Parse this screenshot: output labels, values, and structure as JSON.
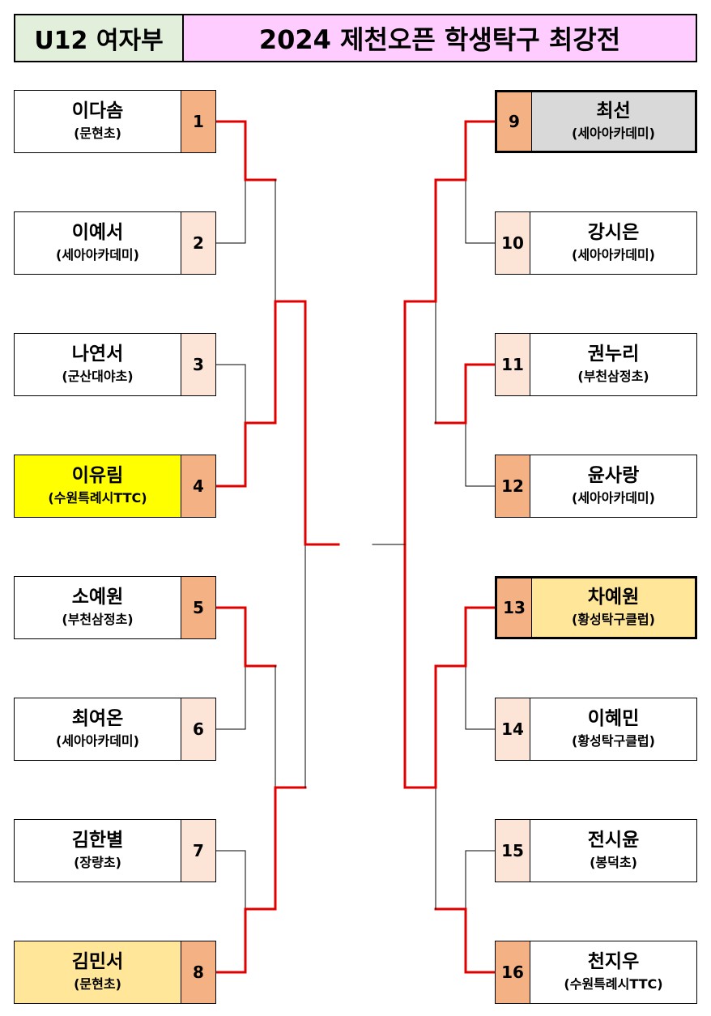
{
  "header": {
    "category": "U12 여자부",
    "title": "2024 제천오픈 학생탁구 최강전"
  },
  "colors": {
    "red": "#e00000",
    "seed_dark": "#f4b183",
    "seed_light": "#fce4d6",
    "yellow": "#ffff00",
    "gold": "#ffe699",
    "gray": "#d9d9d9"
  },
  "players": [
    {
      "seed": "1",
      "name": "이다솜",
      "club": "(문현초)",
      "seed_color": "dark",
      "bg": "white"
    },
    {
      "seed": "2",
      "name": "이예서",
      "club": "(세아아카데미)",
      "seed_color": "light",
      "bg": "white"
    },
    {
      "seed": "3",
      "name": "나연서",
      "club": "(군산대야초)",
      "seed_color": "light",
      "bg": "white"
    },
    {
      "seed": "4",
      "name": "이유림",
      "club": "(수원특례시TTC)",
      "seed_color": "dark",
      "bg": "yellow"
    },
    {
      "seed": "5",
      "name": "소예원",
      "club": "(부천삼정초)",
      "seed_color": "dark",
      "bg": "white"
    },
    {
      "seed": "6",
      "name": "최여온",
      "club": "(세아아카데미)",
      "seed_color": "light",
      "bg": "white"
    },
    {
      "seed": "7",
      "name": "김한별",
      "club": "(장량초)",
      "seed_color": "light",
      "bg": "white"
    },
    {
      "seed": "8",
      "name": "김민서",
      "club": "(문현초)",
      "seed_color": "dark",
      "bg": "gold"
    },
    {
      "seed": "9",
      "name": "최선",
      "club": "(세아아카데미)",
      "seed_color": "dark",
      "bg": "gray",
      "winner": true
    },
    {
      "seed": "10",
      "name": "강시은",
      "club": "(세아아카데미)",
      "seed_color": "light",
      "bg": "white"
    },
    {
      "seed": "11",
      "name": "권누리",
      "club": "(부천삼정초)",
      "seed_color": "light",
      "bg": "white"
    },
    {
      "seed": "12",
      "name": "윤사랑",
      "club": "(세아아카데미)",
      "seed_color": "dark",
      "bg": "white"
    },
    {
      "seed": "13",
      "name": "차예원",
      "club": "(황성탁구클럽)",
      "seed_color": "dark",
      "bg": "gold",
      "winner": true
    },
    {
      "seed": "14",
      "name": "이혜민",
      "club": "(황성탁구클럽)",
      "seed_color": "light",
      "bg": "white"
    },
    {
      "seed": "15",
      "name": "전시윤",
      "club": "(봉덕초)",
      "seed_color": "light",
      "bg": "white"
    },
    {
      "seed": "16",
      "name": "천지우",
      "club": "(수원특례시TTC)",
      "seed_color": "dark",
      "bg": "white"
    }
  ]
}
